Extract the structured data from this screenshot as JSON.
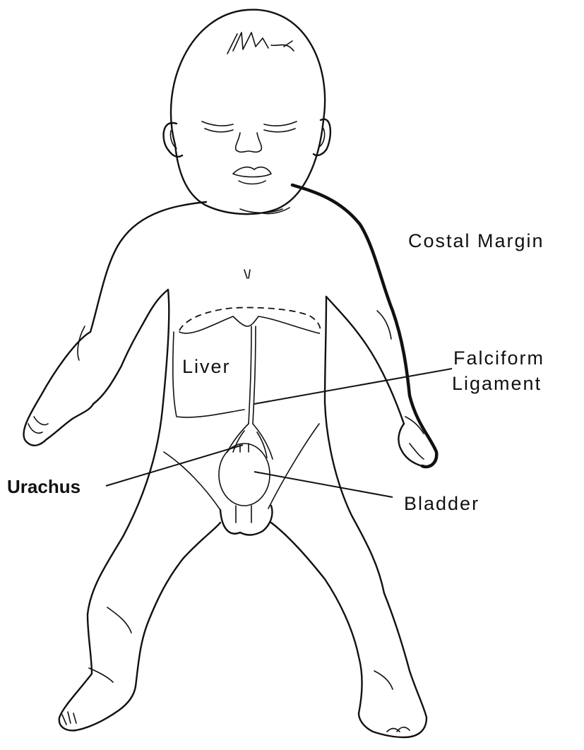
{
  "labels": {
    "costal_margin": "Costal Margin",
    "falciform_line1": "Falciform",
    "falciform_line2": "Ligament",
    "liver": "Liver",
    "urachus": "Urachus",
    "bladder": "Bladder"
  },
  "colors": {
    "ink": "#111111",
    "background": "#ffffff"
  }
}
